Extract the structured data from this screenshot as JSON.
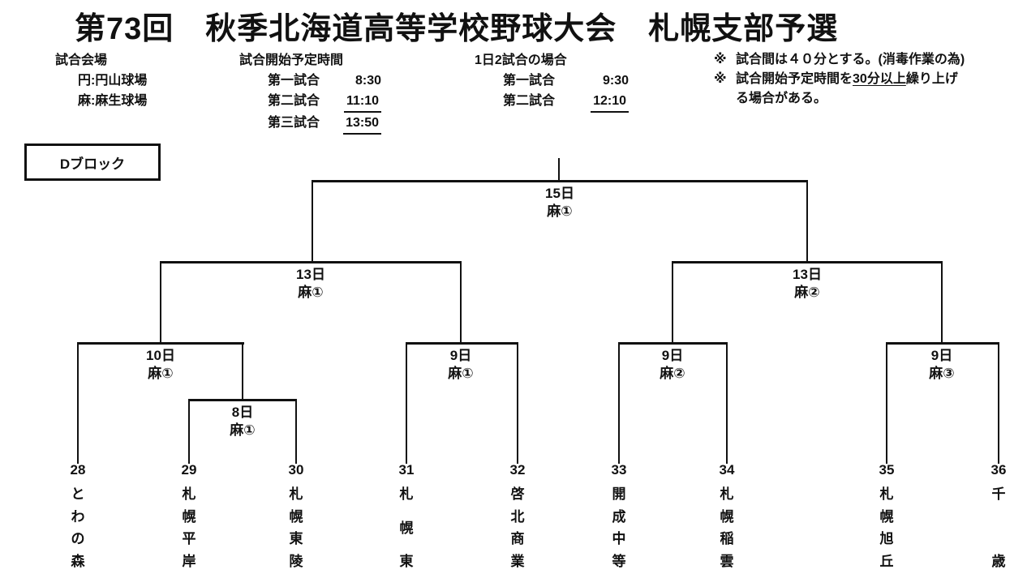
{
  "title": "第73回　秋季北海道高等学校野球大会　札幌支部予選",
  "venues": {
    "heading": "試合会場",
    "items": [
      "円:円山球場",
      "麻:麻生球場"
    ]
  },
  "schedule": {
    "heading": "試合開始予定時間",
    "rows": [
      {
        "label": "第一試合",
        "time": "8:30"
      },
      {
        "label": "第二試合",
        "time": "11:10"
      },
      {
        "label": "第三試合",
        "time": "13:50"
      }
    ]
  },
  "two_games": {
    "heading": "1日2試合の場合",
    "rows": [
      {
        "label": "第一試合",
        "time": "9:30"
      },
      {
        "label": "第二試合",
        "time": "12:10"
      }
    ]
  },
  "notes": {
    "marker": "※",
    "line1": "試合間は４０分とする。(消毒作業の為)",
    "line2_pre": "試合開始予定時間を",
    "line2_u": "30分以上",
    "line2_post": "繰り上げ",
    "line3": "る場合がある。"
  },
  "block_label": "Dブロック",
  "bracket": {
    "final": {
      "date": "15日",
      "venue": "麻①"
    },
    "semifinals": [
      {
        "date": "13日",
        "venue": "麻①"
      },
      {
        "date": "13日",
        "venue": "麻②"
      }
    ],
    "quarterfinals": [
      {
        "date": "10日",
        "venue": "麻①"
      },
      {
        "date": "9日",
        "venue": "麻①"
      },
      {
        "date": "9日",
        "venue": "麻②"
      },
      {
        "date": "9日",
        "venue": "麻③"
      }
    ],
    "first_round": {
      "date": "8日",
      "venue": "麻①"
    },
    "teams": [
      {
        "num": "28",
        "name": "とわの森"
      },
      {
        "num": "29",
        "name": "札幌平岸"
      },
      {
        "num": "30",
        "name": "札幌東陵"
      },
      {
        "num": "31",
        "name": "札幌東"
      },
      {
        "num": "32",
        "name": "啓北商業"
      },
      {
        "num": "33",
        "name": "開成中等"
      },
      {
        "num": "34",
        "name": "札幌稲雲"
      },
      {
        "num": "35",
        "name": "札幌旭丘"
      },
      {
        "num": "36",
        "name": "千歳"
      }
    ]
  }
}
